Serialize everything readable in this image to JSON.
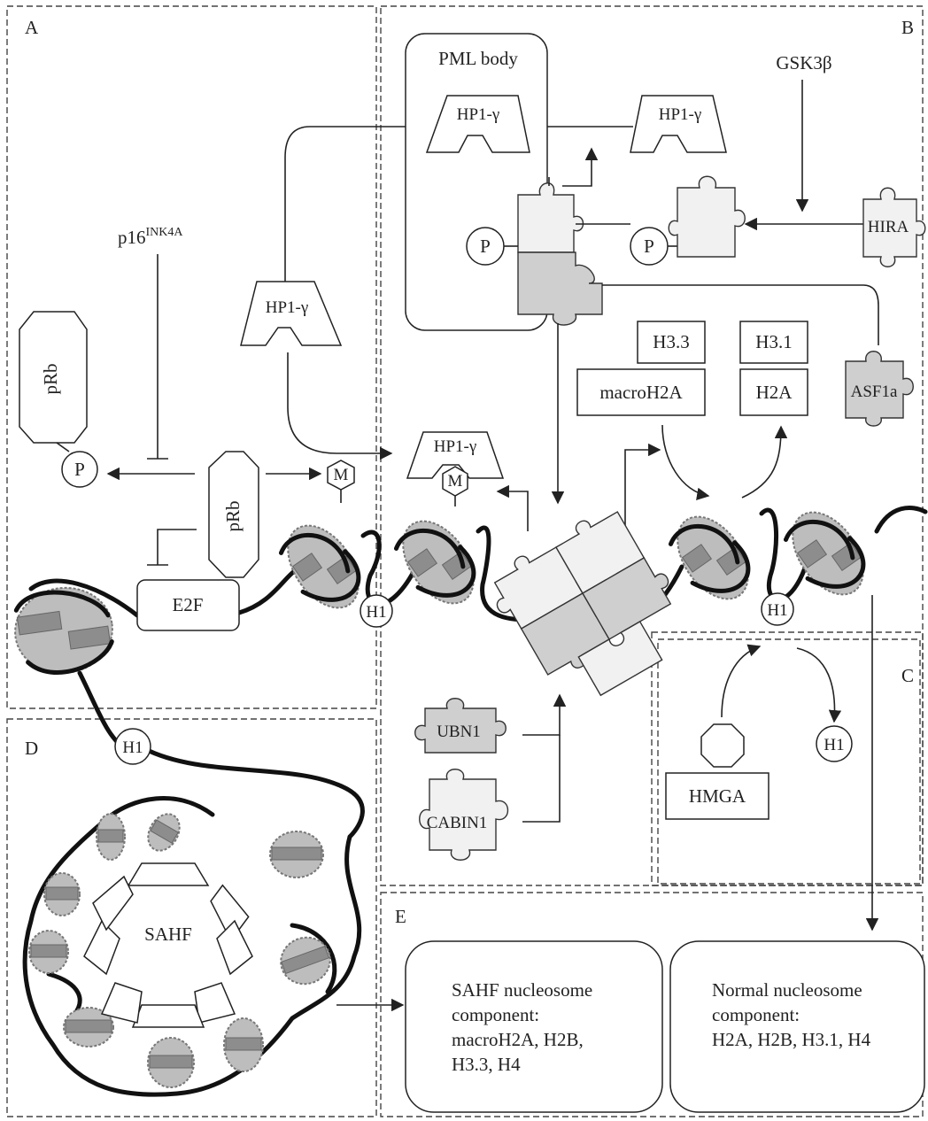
{
  "panels": {
    "a": "A",
    "b": "B",
    "c": "C",
    "d": "D",
    "e": "E"
  },
  "panel_a": {
    "p16_base": "p16",
    "p16_sup": "INK4A",
    "prb": "pRb",
    "prb2": "pRb",
    "p": "P",
    "e2f": "E2F",
    "hp1": "HP1-γ",
    "m": "M"
  },
  "panel_b": {
    "pml_body": "PML body",
    "gsk": "GSK3β",
    "hp1_pml": "HP1-γ",
    "hp1_free": "HP1-γ",
    "hp1_chrom": "HP1-γ",
    "hira": "HIRA",
    "asf1a": "ASF1a",
    "p1": "P",
    "p2": "P",
    "h33": "H3.3",
    "h31": "H3.1",
    "macroh2a": "macroH2A",
    "h2a": "H2A",
    "m": "M",
    "ubn1": "UBN1",
    "cabin1": "CABIN1",
    "h1a": "H1",
    "h1b": "H1"
  },
  "panel_c": {
    "hmga": "HMGA",
    "h1": "H1"
  },
  "panel_d": {
    "sahf": "SAHF",
    "h1": "H1"
  },
  "panel_e": {
    "sahf_l1": "SAHF nucleosome",
    "sahf_l2": "component:",
    "sahf_l3": "macroH2A, H2B,",
    "sahf_l4": "H3.3, H4",
    "norm_l1": "Normal nucleosome",
    "norm_l2": "component:",
    "norm_l3": "H2A, H2B, H3.1, H4"
  }
}
